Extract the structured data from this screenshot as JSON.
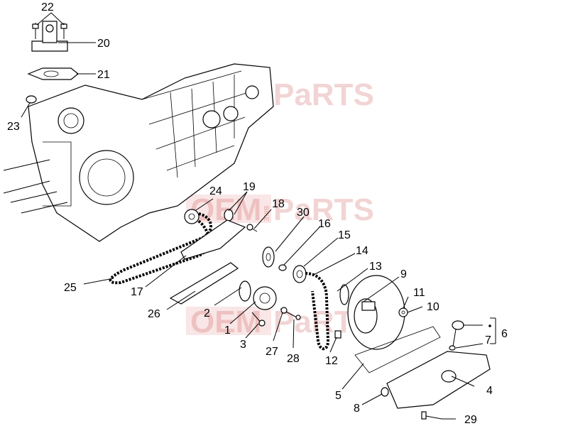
{
  "watermark": {
    "brand_oem": "OEM",
    "brand_parts": "PaRTS",
    "bike": "BIKE"
  },
  "callouts": [
    {
      "id": "c1",
      "label": "1"
    },
    {
      "id": "c2",
      "label": "2"
    },
    {
      "id": "c3",
      "label": "3"
    },
    {
      "id": "c4",
      "label": "4"
    },
    {
      "id": "c5",
      "label": "5"
    },
    {
      "id": "c6",
      "label": "6"
    },
    {
      "id": "c7",
      "label": "7"
    },
    {
      "id": "c8",
      "label": "8"
    },
    {
      "id": "c9",
      "label": "9"
    },
    {
      "id": "c10",
      "label": "10"
    },
    {
      "id": "c11",
      "label": "11"
    },
    {
      "id": "c12",
      "label": "12"
    },
    {
      "id": "c13",
      "label": "13"
    },
    {
      "id": "c14",
      "label": "14"
    },
    {
      "id": "c15",
      "label": "15"
    },
    {
      "id": "c16",
      "label": "16"
    },
    {
      "id": "c17",
      "label": "17"
    },
    {
      "id": "c18",
      "label": "18"
    },
    {
      "id": "c19",
      "label": "19"
    },
    {
      "id": "c20",
      "label": "20"
    },
    {
      "id": "c21",
      "label": "21"
    },
    {
      "id": "c22",
      "label": "22"
    },
    {
      "id": "c23",
      "label": "23"
    },
    {
      "id": "c24",
      "label": "24"
    },
    {
      "id": "c25",
      "label": "25"
    },
    {
      "id": "c26",
      "label": "26"
    },
    {
      "id": "c27",
      "label": "27"
    },
    {
      "id": "c28",
      "label": "28"
    },
    {
      "id": "c29",
      "label": "29"
    },
    {
      "id": "c30",
      "label": "30"
    }
  ]
}
